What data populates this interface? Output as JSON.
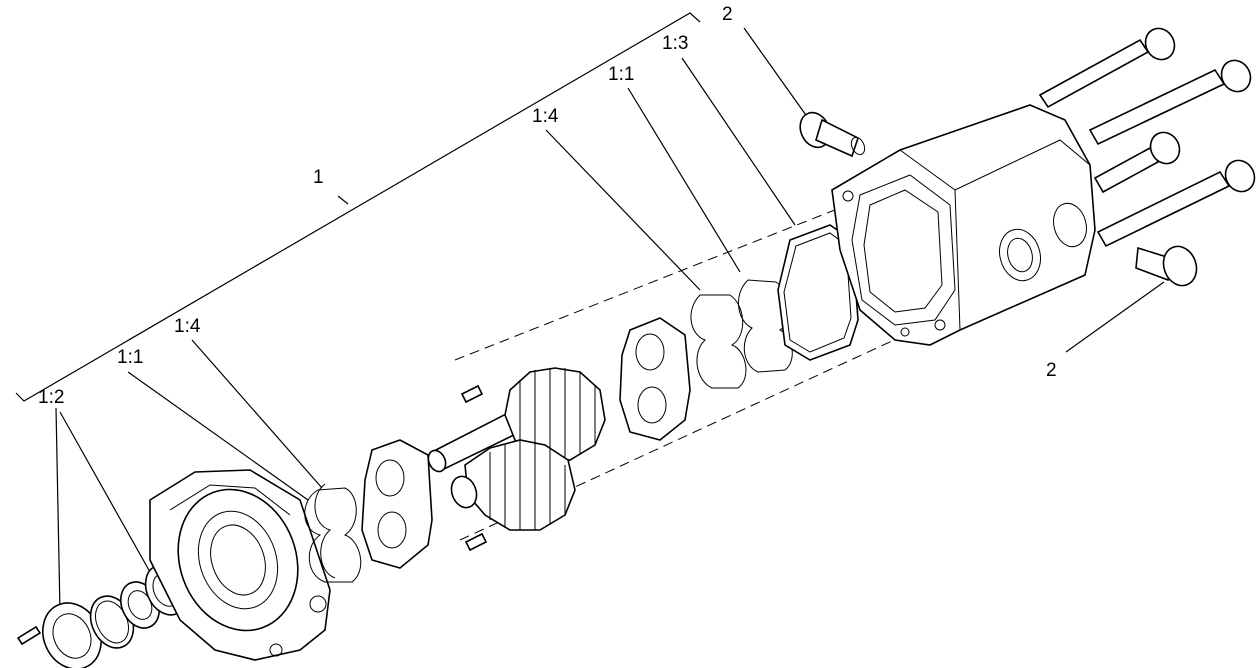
{
  "labels": {
    "assembly": "1",
    "seal_group": "1:2",
    "gasket_front": "1:1",
    "seal_front": "1:4",
    "seal_rear": "1:4",
    "gasket_rear": "1:1",
    "oring": "1:3",
    "valve_top": "2",
    "valve_bottom": "2"
  }
}
